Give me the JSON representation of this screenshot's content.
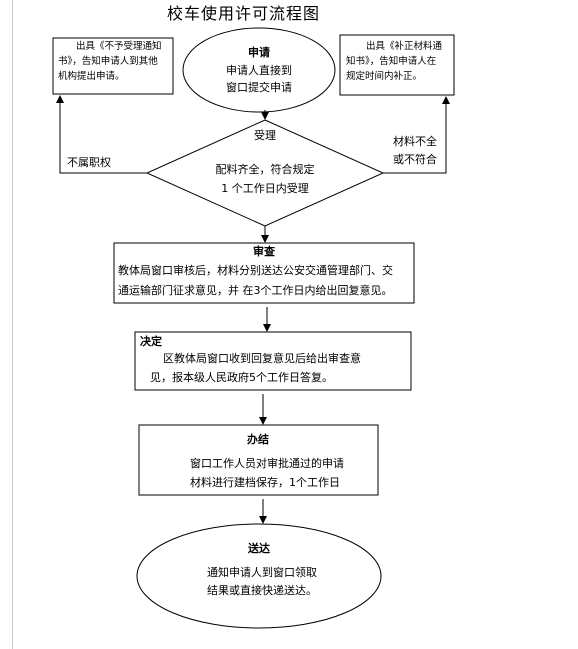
{
  "title": "校车使用许可流程图",
  "apply": {
    "heading": "申请",
    "line1": "申请人直接到",
    "line2": "窗口提交申请"
  },
  "reject_note": {
    "line1": "出具《不予受理通知",
    "line2": "书》，告知申请人到其他",
    "line3": "机构提出申请。"
  },
  "supplement_note": {
    "line1": "出具《补正材料通",
    "line2": "知书》，告知申请人在",
    "line3": "规定时间内补正。"
  },
  "accept": {
    "heading": "受理",
    "line1": "配料齐全，符合规定",
    "line2": "1  个工作日内受理"
  },
  "branch_left": "不属职权",
  "branch_right": {
    "line1": "材料不全",
    "line2": "或不符合"
  },
  "review": {
    "heading": "审查",
    "line1": "教体局窗口审核后，材料分别送达公安交通管理部门、交",
    "line2": "通运输部门征求意见，并 在3个工作日内给出回复意见。"
  },
  "decision": {
    "heading": "决定",
    "line1": "区教体局窗口收到回复意见后给出审查意",
    "line2": "见，报本级人民政府5个工作日答复。"
  },
  "handle": {
    "heading": "办结",
    "line1": "窗口工作人员对审批通过的申请",
    "line2": "材料进行建档保存，1个工作日"
  },
  "deliver": {
    "heading": "送达",
    "line1": "通知申请人到窗口领取",
    "line2": "结果或直接快递送达。"
  }
}
